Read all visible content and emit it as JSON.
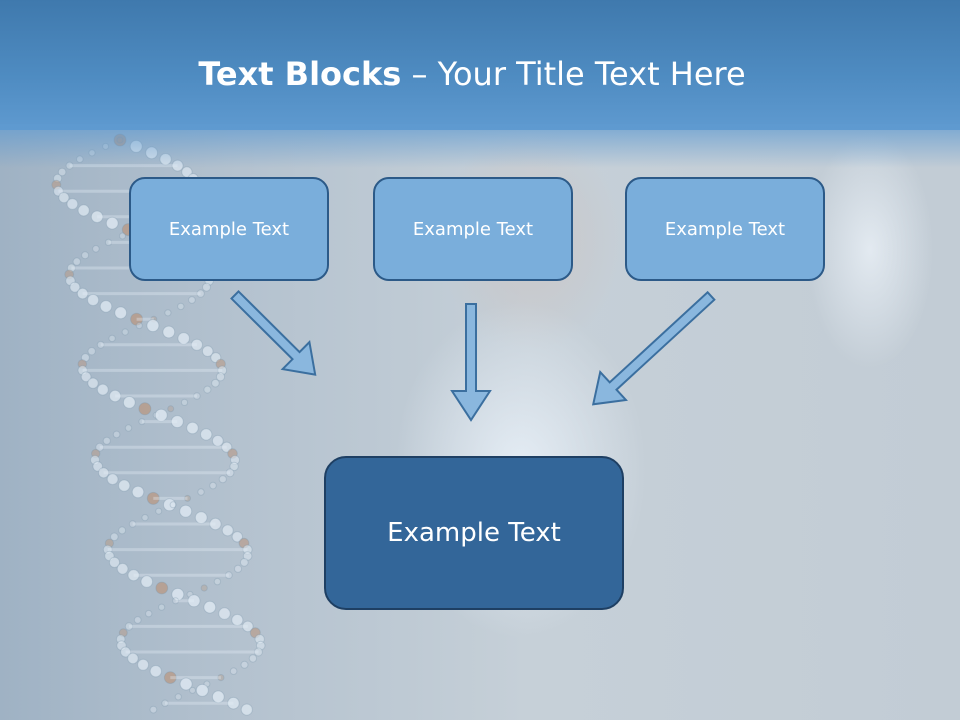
{
  "slide": {
    "title_bold": "Text Blocks",
    "title_dash": " – ",
    "title_rest": "Your Title Text Here",
    "boxes": {
      "left": "Example Text",
      "middle": "Example Text",
      "right": "Example Text",
      "center": "Example Text"
    }
  },
  "colors": {
    "header": "#4f8cc2",
    "small_box_fill": "#7aaedb",
    "small_box_border": "#2c5a88",
    "big_box_fill": "#336699",
    "arrow_fill": "#8ab7de",
    "arrow_stroke": "#3b6f9f"
  }
}
